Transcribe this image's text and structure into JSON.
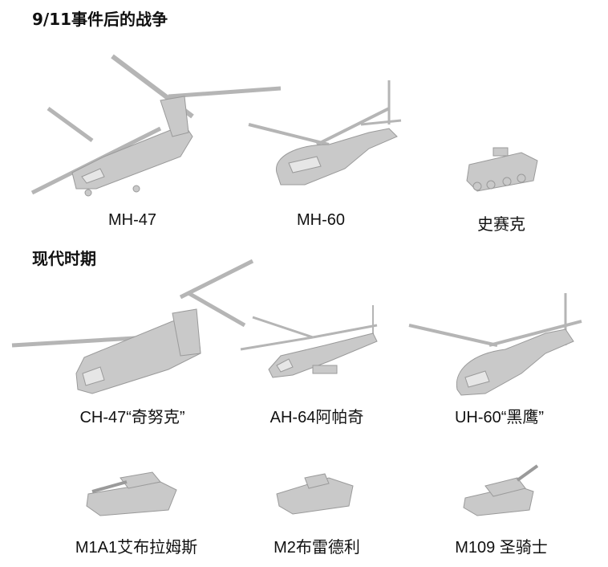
{
  "sections": [
    {
      "title": "9/11事件后的战争"
    },
    {
      "title": "现代时期"
    }
  ],
  "vehicles": [
    {
      "label": "MH-47",
      "icon": "chinook-helicopter-icon"
    },
    {
      "label": "MH-60",
      "icon": "black-hawk-helicopter-icon"
    },
    {
      "label": "史赛克",
      "icon": "stryker-apc-icon"
    },
    {
      "label": "CH-47“奇努克”",
      "icon": "chinook-helicopter-icon"
    },
    {
      "label": "AH-64阿帕奇",
      "icon": "apache-helicopter-icon"
    },
    {
      "label": "UH-60“黑鹰”",
      "icon": "black-hawk-helicopter-icon"
    },
    {
      "label": "M1A1艾布拉姆斯",
      "icon": "abrams-tank-icon"
    },
    {
      "label": "M2布雷德利",
      "icon": "bradley-ifv-icon"
    },
    {
      "label": "M109 圣骑士",
      "icon": "paladin-howitzer-icon"
    }
  ]
}
